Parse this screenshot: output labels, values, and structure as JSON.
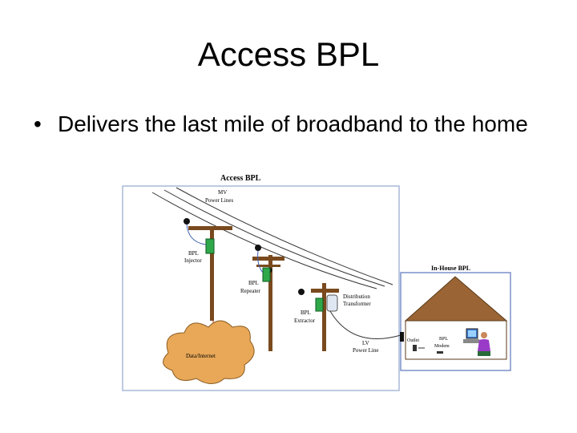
{
  "slide": {
    "title": "Access BPL",
    "bullets": [
      {
        "marker": "•",
        "text": "Delivers the last mile of broadband to the home"
      }
    ]
  },
  "diagram": {
    "header": "Access BPL",
    "labels": {
      "mv_line1": "MV",
      "mv_line2": "Power Lines",
      "injector_line1": "BPL",
      "injector_line2": "Injector",
      "repeater_line1": "BPL",
      "repeater_line2": "Repeater",
      "extractor_line1": "BPL",
      "extractor_line2": "Extractor",
      "transformer_line1": "Distribution",
      "transformer_line2": "Transformer",
      "lv_line1": "LV",
      "lv_line2": "Power Line",
      "cloud": "Data/Internet",
      "house_title": "In-House BPL",
      "outlet": "Outlet",
      "modem_line1": "BPL",
      "modem_line2": "Modem"
    },
    "colors": {
      "frame": "#a8b8d8",
      "pole": "#7a4a1e",
      "box_green": "#2fa84a",
      "cloud": "#e8a858",
      "roof": "#9a6434",
      "house_frame": "#7a90c8",
      "fiber": "#d05a3a"
    }
  }
}
